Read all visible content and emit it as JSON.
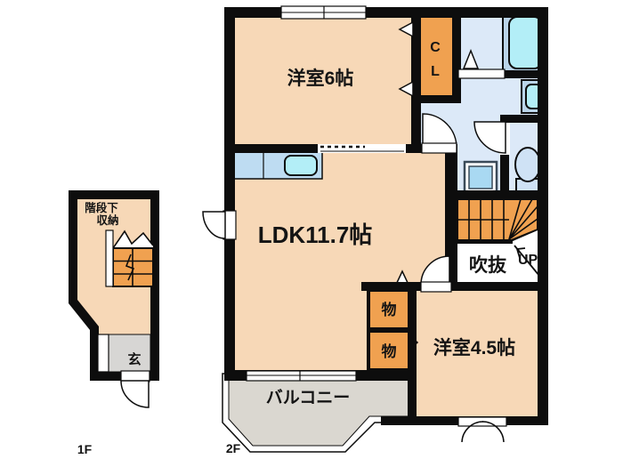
{
  "labels": {
    "f2": {
      "room6": "洋室6帖",
      "cl_top": "C",
      "cl_bottom": "L",
      "ldk": "LDK11.7帖",
      "void": "吹抜",
      "up": "UP",
      "storage_top": "物",
      "storage_bottom": "物",
      "room45": "洋室4.5帖",
      "balcony": "バルコニー",
      "floor_tag": "2F"
    },
    "f1": {
      "understairs_line1": "階段下",
      "understairs_line2": "収納",
      "entrance": "玄",
      "floor_tag": "1F"
    }
  },
  "colors": {
    "wall": "#0d0d0d",
    "room_floor": "#f7d8b7",
    "closet_orange": "#f0a150",
    "water_area": "#dce9f8",
    "fixture_cyan": "#b3eef7",
    "counter_blue": "#bedcf2",
    "tub_frame": "#bad4e9",
    "toilet_blue": "#cfe2f5",
    "balcony_gray": "#dad7d0",
    "entrance_gray": "#d7d6d4"
  }
}
